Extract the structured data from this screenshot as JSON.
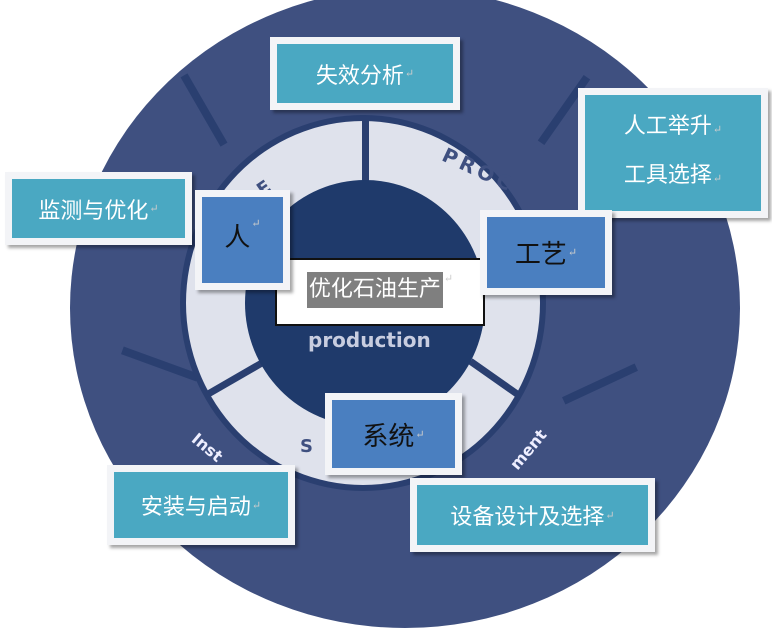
{
  "center": {
    "title": "优化石油生产"
  },
  "background": {
    "process": "PROC",
    "production": "production",
    "people": "E",
    "systems": "S",
    "install": "Inst",
    "equipment": "ment"
  },
  "boxes": {
    "failure_analysis": "失效分析",
    "artificial_lift_line1": "人工举升",
    "artificial_lift_line2": "工具选择",
    "monitoring": "监测与优化",
    "people": "人",
    "process": "工艺",
    "system": "系统",
    "installation": "安装与启动",
    "equipment": "设备设计及选择"
  },
  "paragraph_mark": "↵",
  "colors": {
    "outer_ring": "#3f5080",
    "inner_core": "#1f3a6b",
    "light_ring": "#dfe2ec",
    "teal_box": "#4aa8c2",
    "blue_box": "#4a7fc0"
  }
}
